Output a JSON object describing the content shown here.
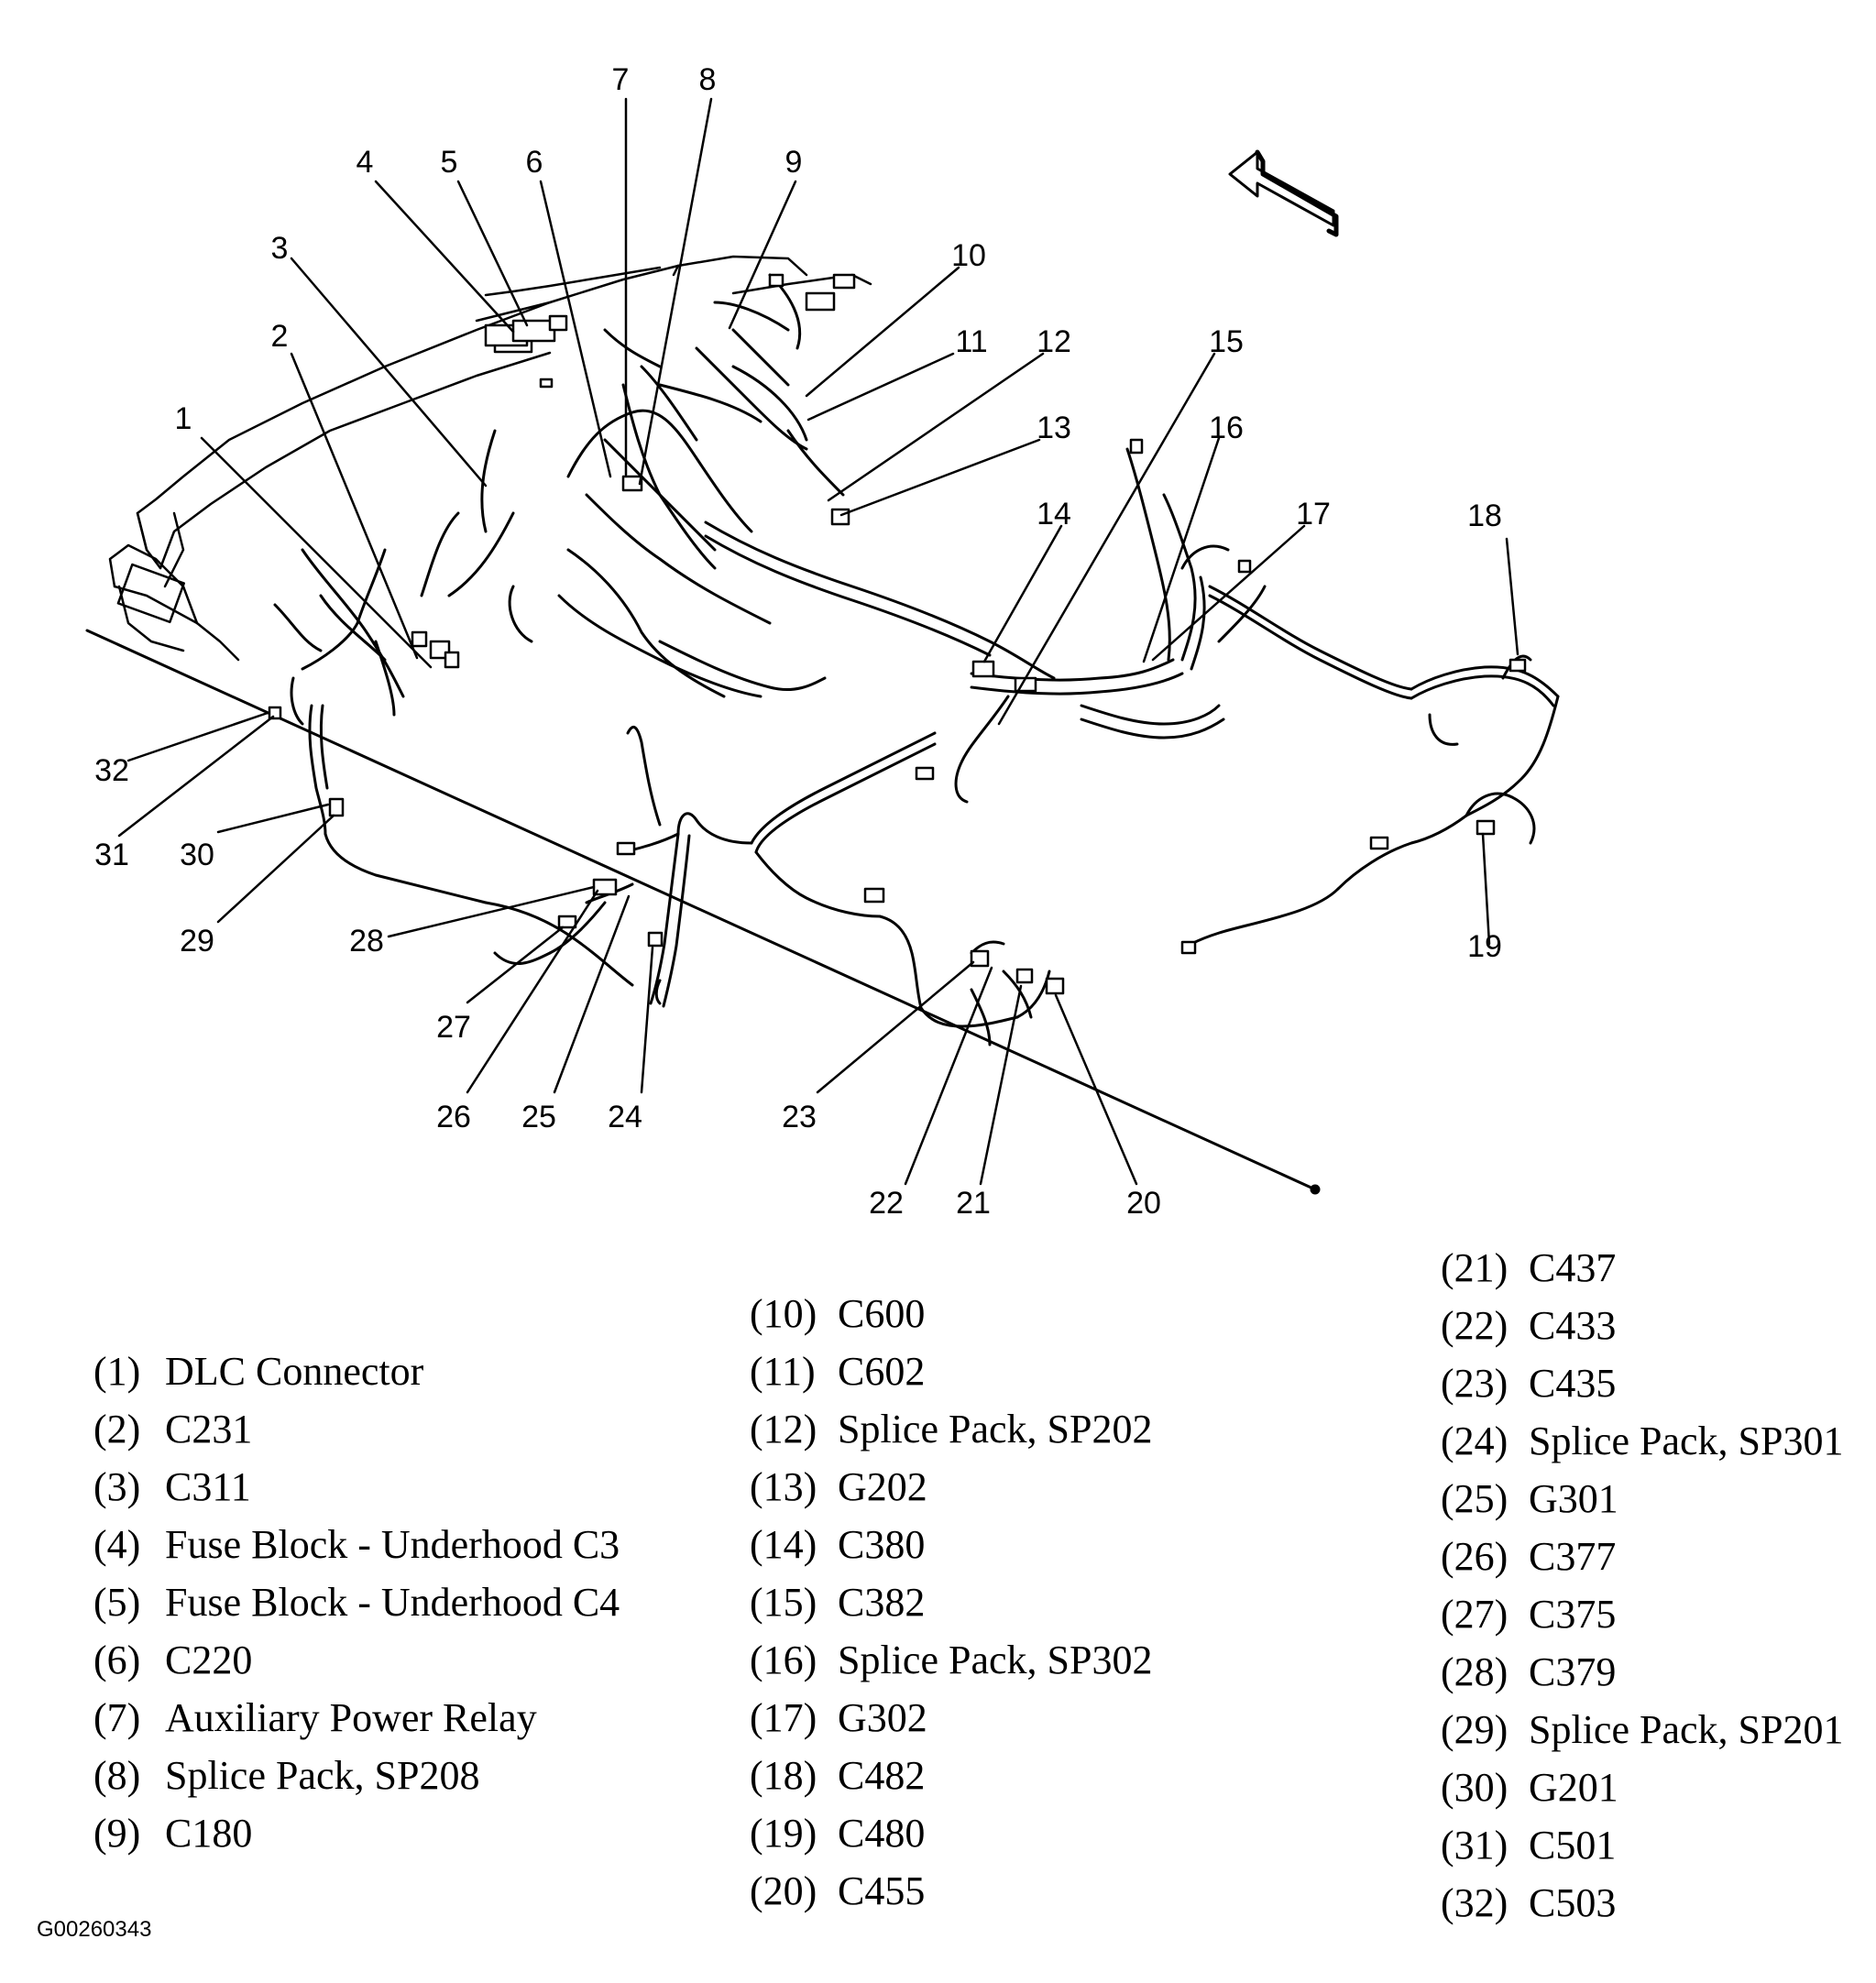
{
  "figure_id": "G00260343",
  "callouts": [
    "1",
    "2",
    "3",
    "4",
    "5",
    "6",
    "7",
    "8",
    "9",
    "10",
    "11",
    "12",
    "13",
    "14",
    "15",
    "16",
    "17",
    "18",
    "19",
    "20",
    "21",
    "22",
    "23",
    "24",
    "25",
    "26",
    "27",
    "28",
    "29",
    "30",
    "31",
    "32"
  ],
  "legend": {
    "col1": [
      {
        "num": "(1)",
        "label": "DLC Connector"
      },
      {
        "num": "(2)",
        "label": "C231"
      },
      {
        "num": "(3)",
        "label": "C311"
      },
      {
        "num": "(4)",
        "label": "Fuse Block - Underhood C3"
      },
      {
        "num": "(5)",
        "label": "Fuse Block - Underhood C4"
      },
      {
        "num": "(6)",
        "label": "C220"
      },
      {
        "num": "(7)",
        "label": "Auxiliary Power Relay"
      },
      {
        "num": "(8)",
        "label": "Splice Pack, SP208"
      },
      {
        "num": "(9)",
        "label": "C180"
      }
    ],
    "col2": [
      {
        "num": "(10)",
        "label": "C600"
      },
      {
        "num": "(11)",
        "label": "C602"
      },
      {
        "num": "(12)",
        "label": "Splice Pack, SP202"
      },
      {
        "num": "(13)",
        "label": "G202"
      },
      {
        "num": "(14)",
        "label": "C380"
      },
      {
        "num": "(15)",
        "label": "C382"
      },
      {
        "num": "(16)",
        "label": "Splice Pack, SP302"
      },
      {
        "num": "(17)",
        "label": "G302"
      },
      {
        "num": "(18)",
        "label": "C482"
      },
      {
        "num": "(19)",
        "label": "C480"
      },
      {
        "num": "(20)",
        "label": "C455"
      }
    ],
    "col3": [
      {
        "num": "(21)",
        "label": "C437"
      },
      {
        "num": "(22)",
        "label": "C433"
      },
      {
        "num": "(23)",
        "label": "C435"
      },
      {
        "num": "(24)",
        "label": "Splice Pack, SP301"
      },
      {
        "num": "(25)",
        "label": "G301"
      },
      {
        "num": "(26)",
        "label": "C377"
      },
      {
        "num": "(27)",
        "label": "C375"
      },
      {
        "num": "(28)",
        "label": "C379"
      },
      {
        "num": "(29)",
        "label": "Splice Pack, SP201"
      },
      {
        "num": "(30)",
        "label": "G201"
      },
      {
        "num": "(31)",
        "label": "C501"
      },
      {
        "num": "(32)",
        "label": "C503"
      }
    ]
  }
}
